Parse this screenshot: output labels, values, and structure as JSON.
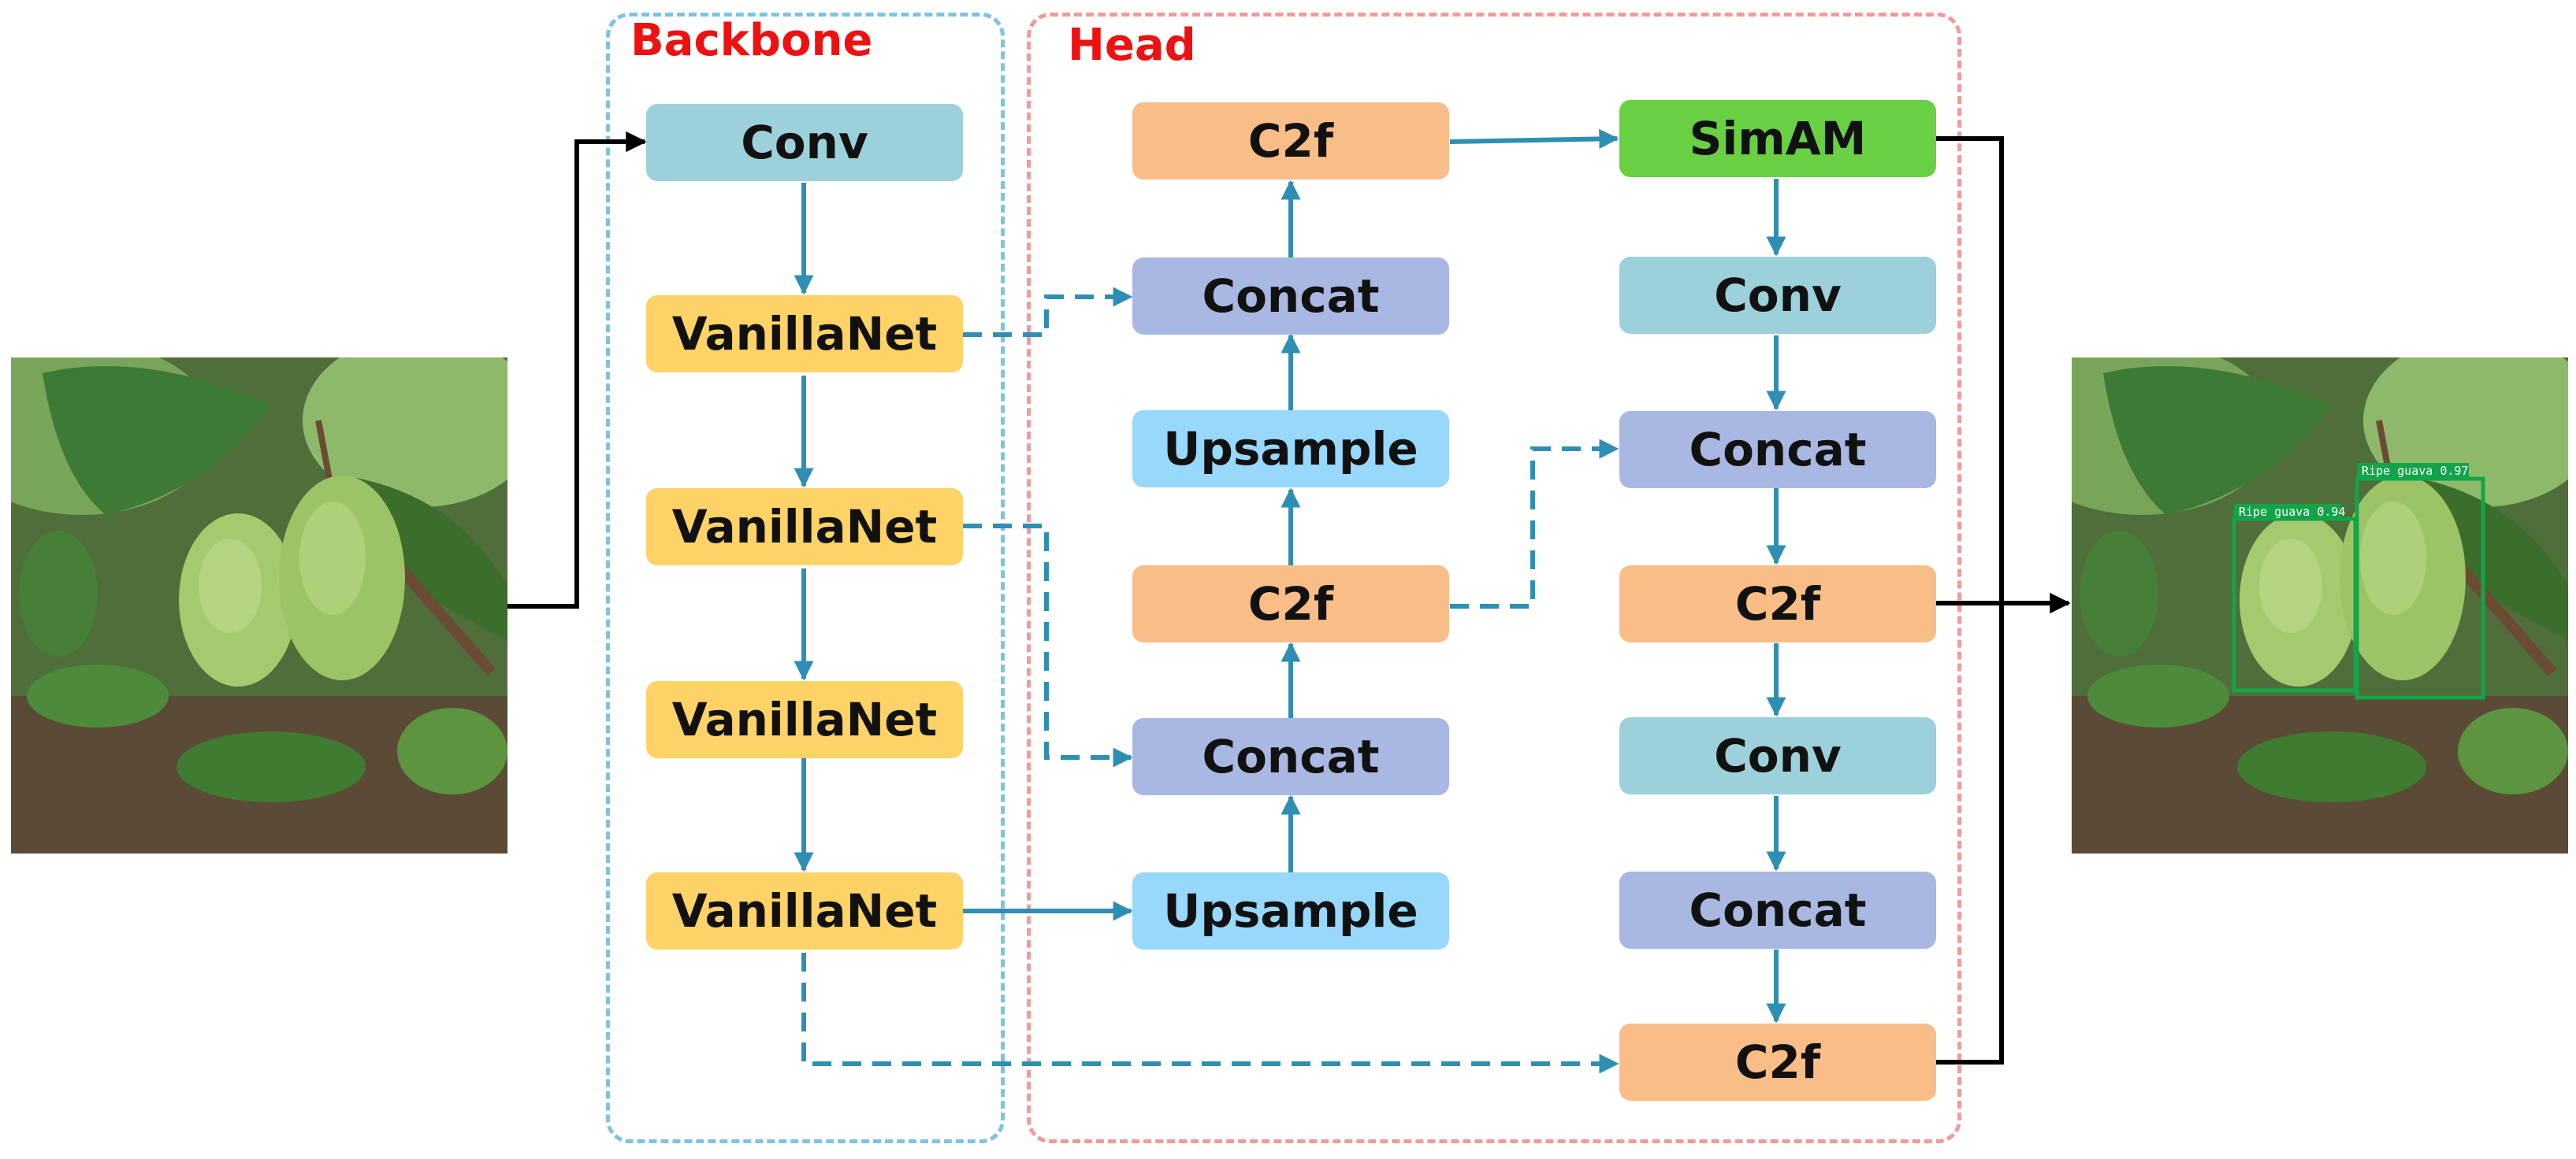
{
  "groups": {
    "backbone": "Backbone",
    "head": "Head"
  },
  "colors": {
    "conv": "#9cd0da",
    "vanillanet": "#fdd267",
    "c2f": "#f9bd87",
    "concat": "#a9b8e2",
    "upsample": "#97d8fb",
    "simam": "#69d043",
    "arrow_blue": "#2f8fb3",
    "arrow_black": "#000000",
    "backbone_border": "#7ec3e0",
    "head_border": "#f29a9a",
    "group_label": "#ee1111"
  },
  "blocks": {
    "bb_conv": "Conv",
    "bb_vanilla1": "VanillaNet",
    "bb_vanilla2": "VanillaNet",
    "bb_vanilla3": "VanillaNet",
    "bb_vanilla4": "VanillaNet",
    "h1_c2f_top": "C2f",
    "h1_concat_a": "Concat",
    "h1_upsample_a": "Upsample",
    "h1_c2f_mid": "C2f",
    "h1_concat_b": "Concat",
    "h1_upsample_b": "Upsample",
    "h2_simam": "SimAM",
    "h2_conv_a": "Conv",
    "h2_concat_a": "Concat",
    "h2_c2f_mid": "C2f",
    "h2_conv_b": "Conv",
    "h2_concat_b": "Concat",
    "h2_c2f_bottom": "C2f"
  },
  "detections": [
    {
      "label": "Ripe guava 0.94",
      "confidence": 0.94
    },
    {
      "label": "Ripe guava 0.97",
      "confidence": 0.97
    }
  ]
}
